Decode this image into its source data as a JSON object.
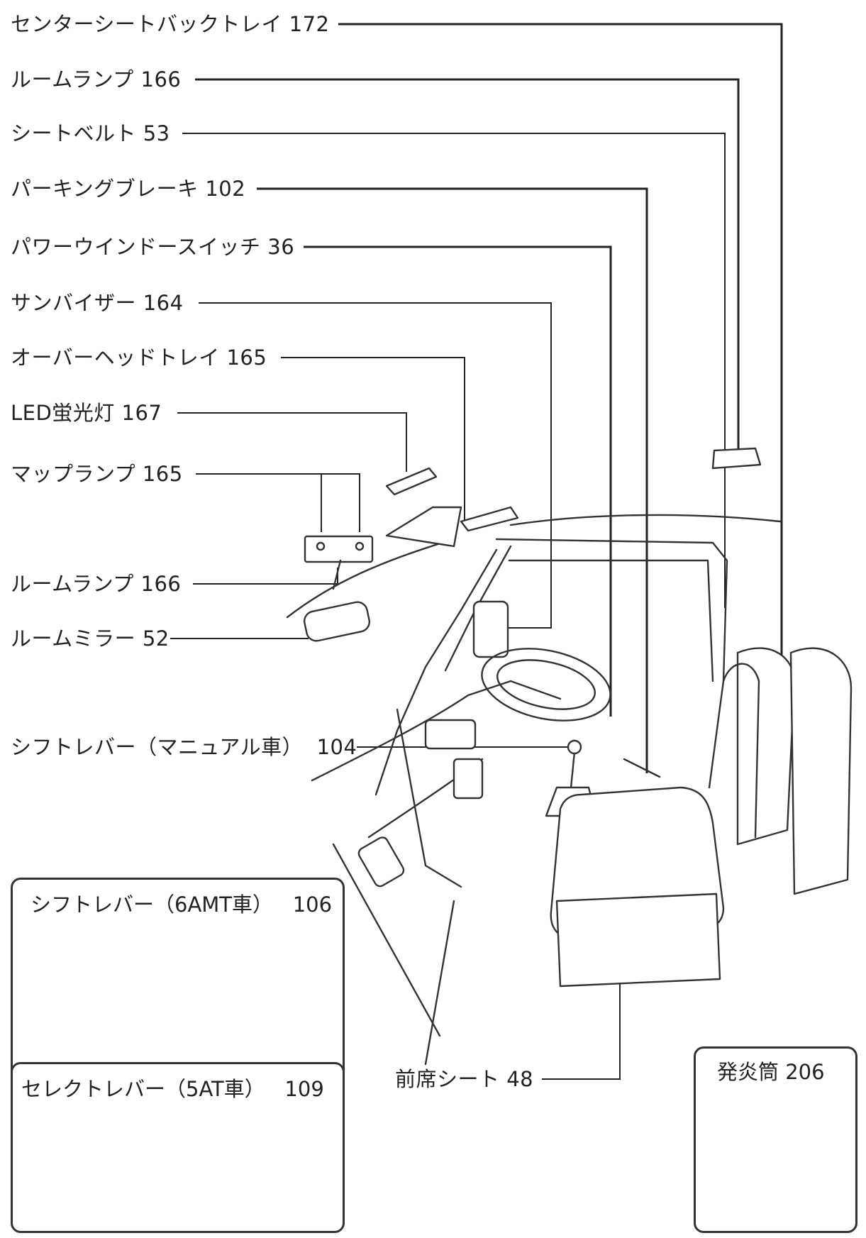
{
  "labels": [
    {
      "text": "センターシートバックトレイ",
      "page": "172"
    },
    {
      "text": "ルームランプ",
      "page": "166"
    },
    {
      "text": "シートベルト",
      "page": "53"
    },
    {
      "text": "パーキングブレーキ",
      "page": "102"
    },
    {
      "text": "パワーウインドースイッチ",
      "page": "36"
    },
    {
      "text": "サンバイザー",
      "page": "164"
    },
    {
      "text": "オーバーヘッドトレイ",
      "page": "165"
    },
    {
      "text": "LED蛍光灯",
      "page": "167"
    },
    {
      "text": "マップランプ",
      "page": "165"
    },
    {
      "text": "ルームランプ",
      "page": "166"
    },
    {
      "text": "ルームミラー",
      "page": "52"
    },
    {
      "text": "シフトレバー（マニュアル車）",
      "page": "104"
    },
    {
      "text": "前席シート",
      "page": "48"
    }
  ],
  "insets": [
    {
      "text": "シフトレバー（6AMT車）",
      "page": "106"
    },
    {
      "text": "セレクトレバー（5AT車）",
      "page": "109"
    },
    {
      "text": "発炎筒",
      "page": "206"
    }
  ]
}
